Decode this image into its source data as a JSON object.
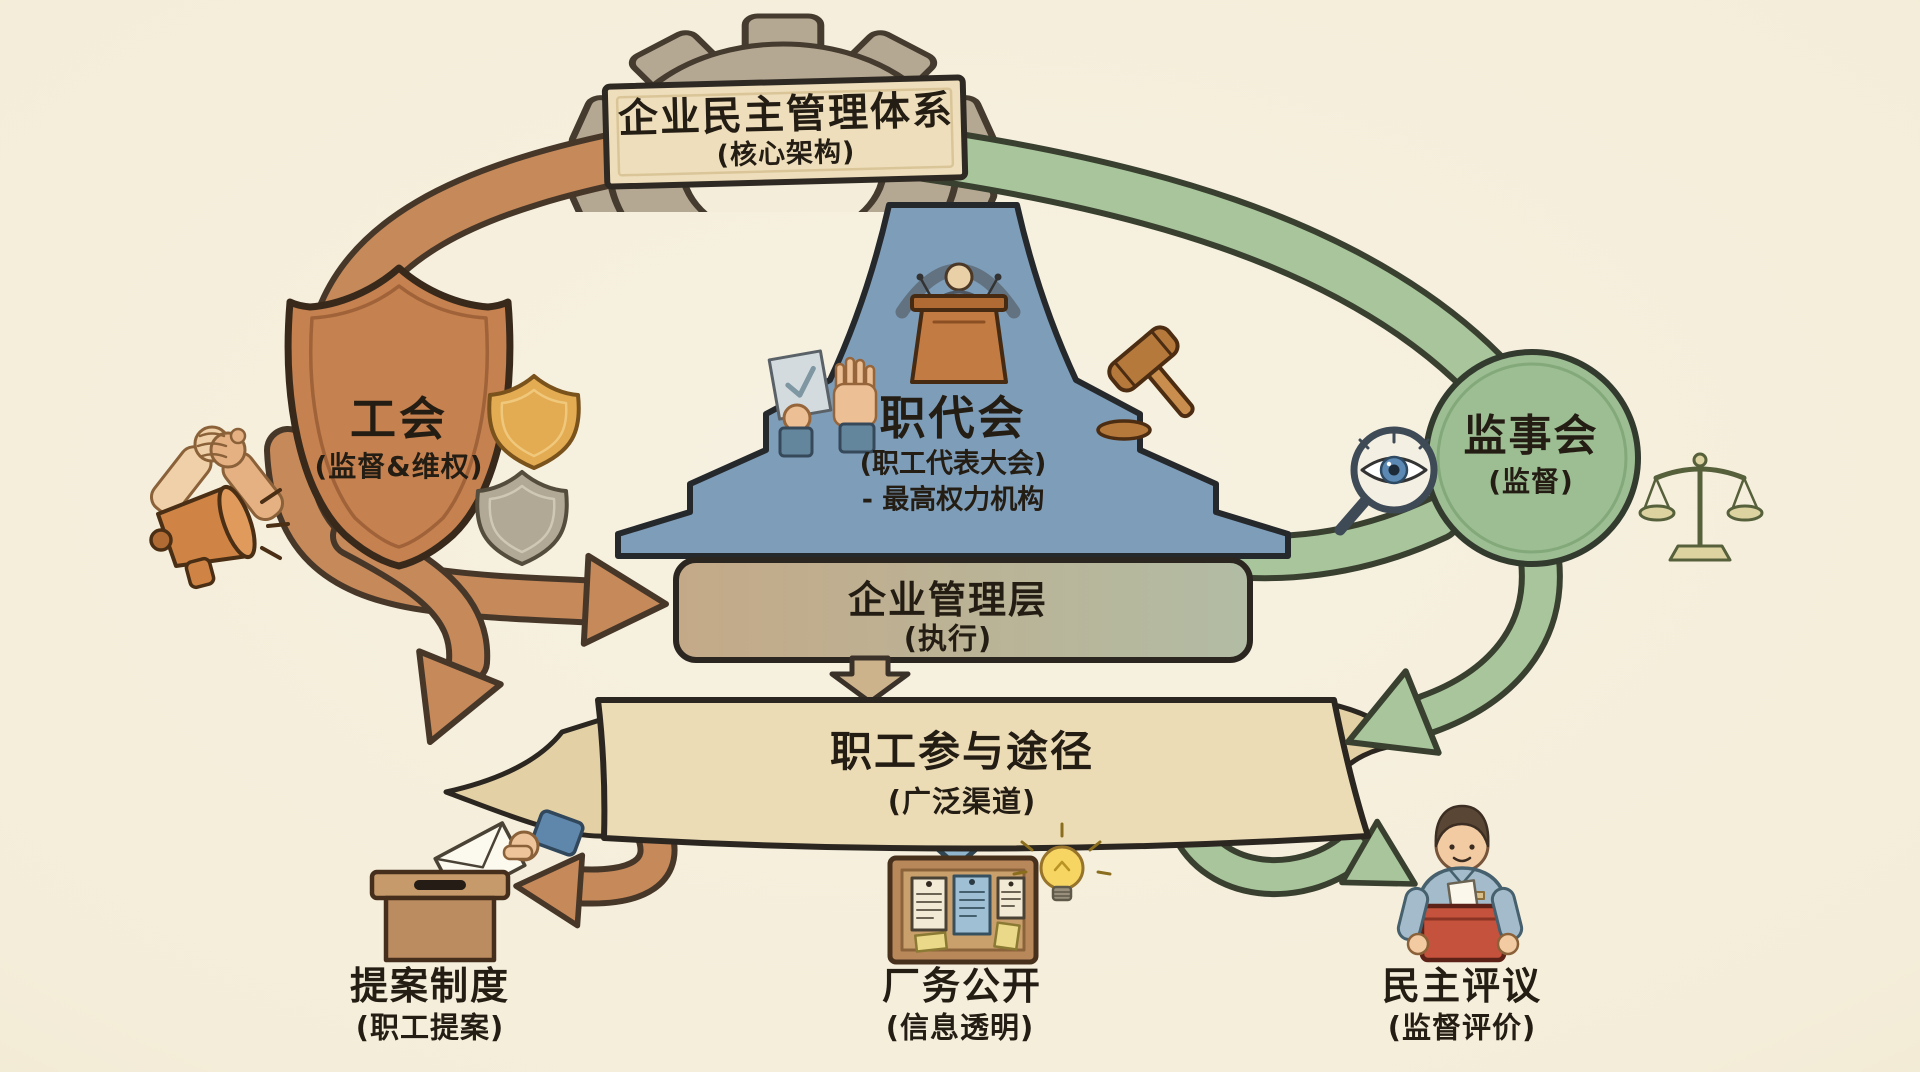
{
  "header": {
    "title": "企业民主管理体系",
    "subtitle": "(核心架构)"
  },
  "congress": {
    "title": "职代会",
    "subtitle": "(职工代表大会)",
    "subtitle2": "- 最高权力机构"
  },
  "union": {
    "title": "工会",
    "subtitle": "(监督&维权)"
  },
  "supervisory_board": {
    "title": "监事会",
    "subtitle": "(监督)"
  },
  "management": {
    "title": "企业管理层",
    "subtitle": "(执行)"
  },
  "participation": {
    "title": "职工参与途径",
    "subtitle": "(广泛渠道)"
  },
  "channels": [
    {
      "title": "提案制度",
      "subtitle": "(职工提案)"
    },
    {
      "title": "厂务公开",
      "subtitle": "(信息透明)"
    },
    {
      "title": "民主评议",
      "subtitle": "(监督评价)"
    }
  ],
  "icons": [
    "gear-icon",
    "podium-speaker-icon",
    "raised-hands-ballot-icon",
    "gavel-icon",
    "handshake-icon",
    "megaphone-icon",
    "shield-icon",
    "gold-shield-icon",
    "gray-shield-icon",
    "eye-magnifier-icon",
    "scales-icon",
    "ballot-box-hand-icon",
    "bulletin-board-icon",
    "lightbulb-icon",
    "worker-with-box-icon"
  ],
  "colors": {
    "background": "#f4edd9",
    "ink": "#241d14",
    "orange_ribbon": "#c6895a",
    "green_ribbon": "#a8c59c",
    "blue_pyramid": "#7e9db9",
    "parchment": "#ecdcb6",
    "shield": "#c5814f",
    "supervisory_circle": "#9dbd93",
    "management_box_left": "#c4a987",
    "management_box_right": "#b2bca4",
    "red_box": "#c5523c"
  }
}
